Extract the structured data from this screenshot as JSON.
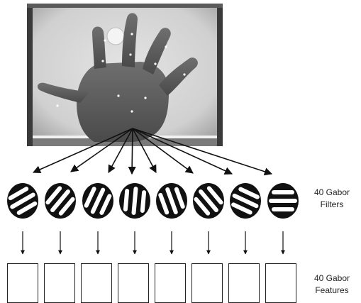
{
  "figure": {
    "filters_label": {
      "line1": "40 Gabor",
      "line2": "Filters"
    },
    "features_label": {
      "line1": "40 Gabor",
      "line2": "Features"
    },
    "gabor_filters": [
      {
        "orientation_deg": -30
      },
      {
        "orientation_deg": -50
      },
      {
        "orientation_deg": -65
      },
      {
        "orientation_deg": -85
      },
      {
        "orientation_deg": 70
      },
      {
        "orientation_deg": 50
      },
      {
        "orientation_deg": 25
      },
      {
        "orientation_deg": 0
      }
    ],
    "feature_count_shown": 8,
    "colors": {
      "stroke": "#111111",
      "photo_background": "#d8d8d8"
    }
  }
}
